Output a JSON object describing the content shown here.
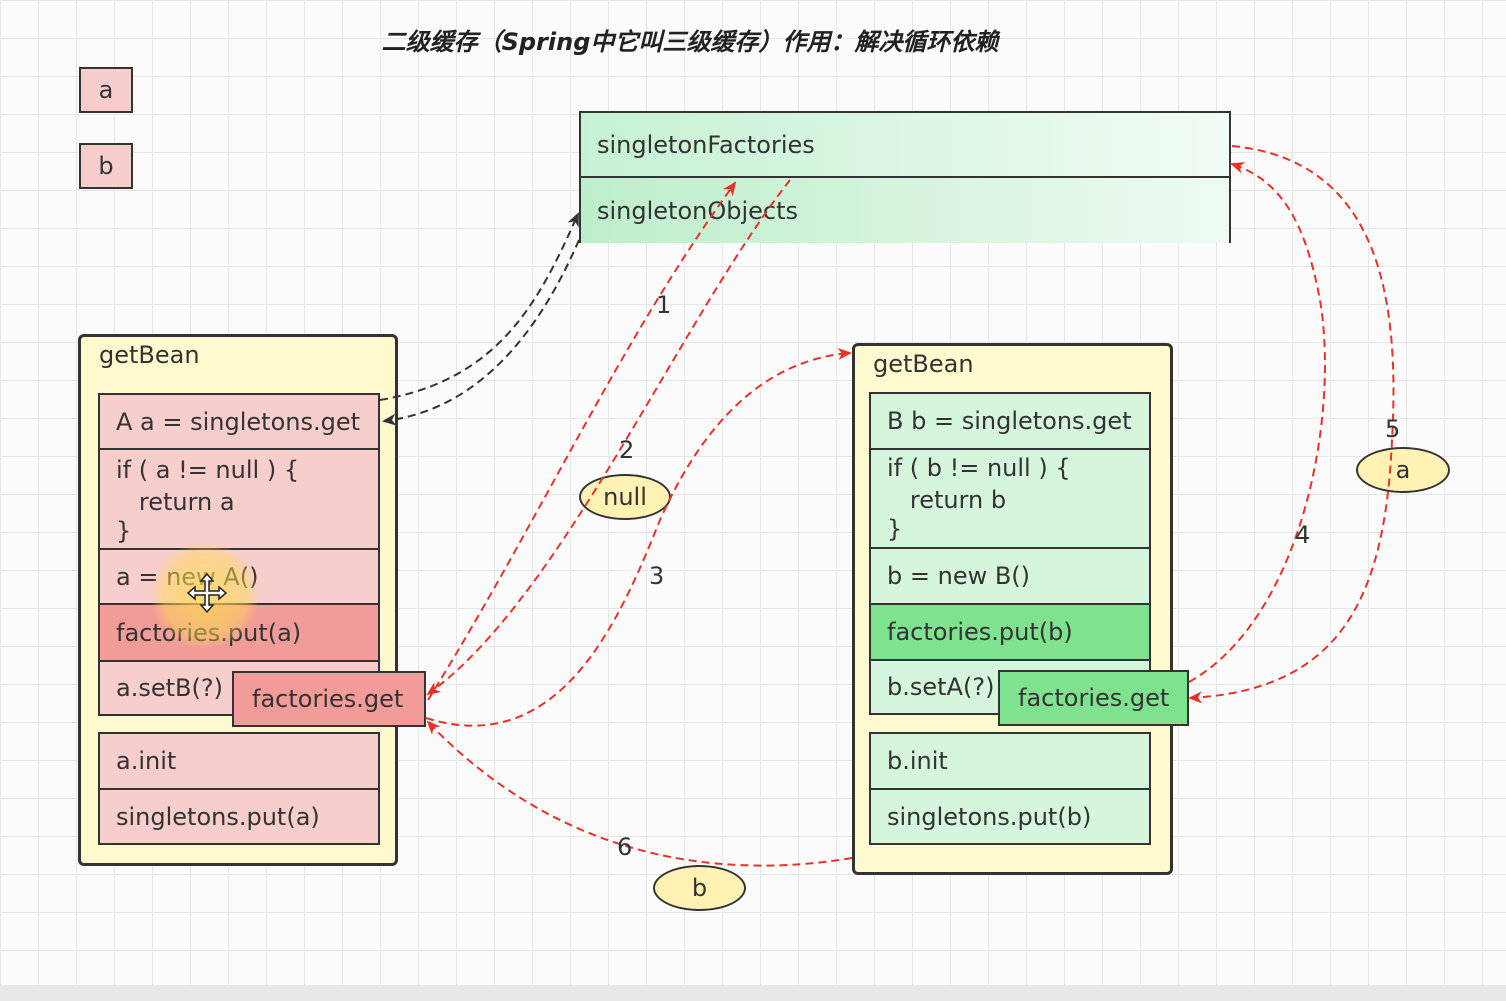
{
  "title": "二级缓存（Spring中它叫三级缓存）作用：解决循环依赖",
  "legend": {
    "a": "a",
    "b": "b"
  },
  "cache": {
    "factories": "singletonFactories",
    "objects": "singletonObjects"
  },
  "left_panel": {
    "title": "getBean",
    "get": "A a = singletons.get",
    "if_line1": "if ( a != null ) {",
    "if_line2": "   return a",
    "if_line3": "}",
    "new": "a = new A()",
    "put_factory": "factories.put(a)",
    "set": "a.setB(?)",
    "factories_get": "factories.get",
    "init": "a.init",
    "put_singleton": "singletons.put(a)"
  },
  "right_panel": {
    "title": "getBean",
    "get": "B b = singletons.get",
    "if_line1": "if ( b != null ) {",
    "if_line2": "   return b",
    "if_line3": "}",
    "new": "b = new B()",
    "put_factory": "factories.put(b)",
    "set": "b.setA(?)",
    "factories_get": "factories.get",
    "init": "b.init",
    "put_singleton": "singletons.put(b)"
  },
  "tokens": {
    "null": "null",
    "a": "a",
    "b": "b"
  },
  "step_numbers": [
    "1",
    "2",
    "3",
    "4",
    "5",
    "6"
  ],
  "colors": {
    "arrow_red": "#e5332a",
    "arrow_dark": "#333333",
    "red_fill": "#f8cecc",
    "green_fill": "#d5f5dc",
    "panel_fill": "#fff9cf"
  }
}
